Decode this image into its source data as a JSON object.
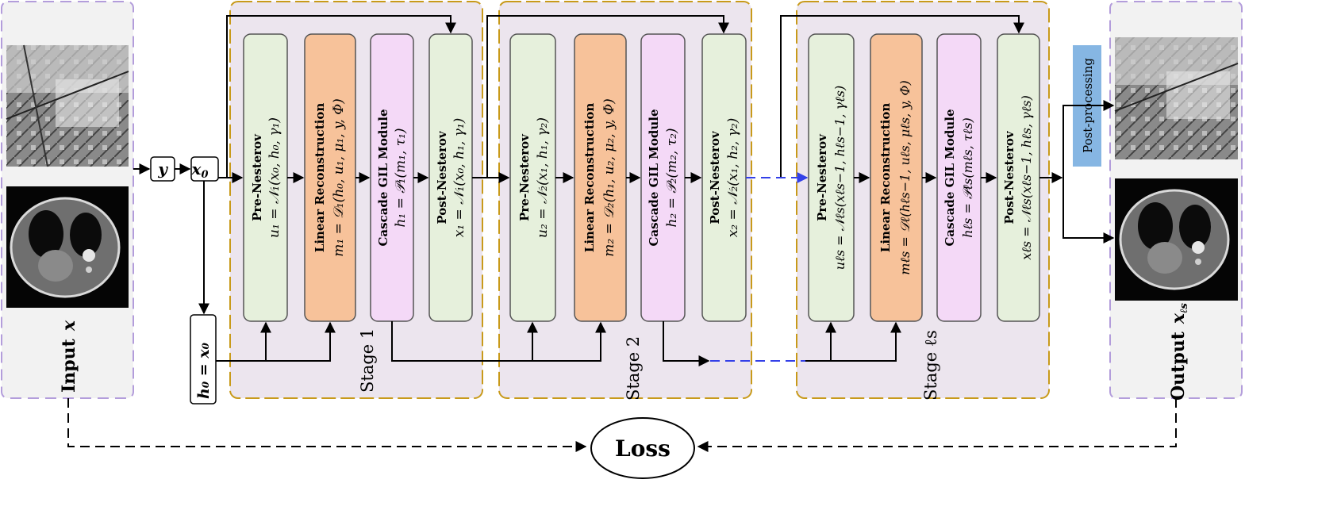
{
  "input": {
    "label": "Input",
    "var": "x"
  },
  "output": {
    "label": "Output",
    "var": "x",
    "var_sub": "ℓs"
  },
  "y_box": "y",
  "x0_box": "x",
  "x0_sub": "0",
  "h0_box": "h₀ = x₀",
  "post_processing": "Post-processing",
  "loss": "Loss",
  "stages": [
    {
      "label": "Stage 1",
      "blocks": [
        {
          "title": "Pre-Nesterov",
          "formula": "u₁ = 𝒩₁(x₀, h₀, γ₁)"
        },
        {
          "title": "Linear Reconstruction",
          "formula": "m₁ = 𝒟₁(h₀, u₁, μ₁, y, Φ)"
        },
        {
          "title": "Cascade GIL Module",
          "formula": "h₁ = 𝒫₁(m₁, τ₁)"
        },
        {
          "title": "Post-Nesterov",
          "formula": "x₁ = 𝒩₁(x₀, h₁, γ₁)"
        }
      ]
    },
    {
      "label": "Stage 2",
      "blocks": [
        {
          "title": "Pre-Nesterov",
          "formula": "u₂ = 𝒩₂(x₁, h₁, γ₂)"
        },
        {
          "title": "Linear Reconstruction",
          "formula": "m₂ = 𝒟₂(h₁, u₂, μ₂, y, Φ)"
        },
        {
          "title": "Cascade GIL Module",
          "formula": "h₂ = 𝒫₂(m₂, τ₂)"
        },
        {
          "title": "Post-Nesterov",
          "formula": "x₂ = 𝒩₂(x₁, h₂, γ₂)"
        }
      ]
    },
    {
      "label": "Stage ℓs",
      "blocks": [
        {
          "title": "Pre-Nesterov",
          "formula": "uℓs = 𝒩ℓs(xℓs−1, hℓs−1, γℓs)"
        },
        {
          "title": "Linear Reconstruction",
          "formula": "mℓs = 𝒟ℓ(hℓs−1, uℓs, μℓs, y, Φ)"
        },
        {
          "title": "Cascade GIL Module",
          "formula": "hℓs = 𝒫ℓs(mℓs, τℓs)"
        },
        {
          "title": "Post-Nesterov",
          "formula": "xℓs = 𝒩ℓs(xℓs−1, hℓs, γℓs)"
        }
      ]
    }
  ],
  "colors": {
    "input_panel_border": "#b39ddb",
    "stage_fill": "#ece5ee",
    "stage_border": "#c89a1a",
    "nesterov_fill": "#e6f0dc",
    "linear_fill": "#f7c29a",
    "gil_fill": "#f4d9f7",
    "post_processing_fill": "#86b6e3",
    "dashed_link": "#3340e8"
  }
}
